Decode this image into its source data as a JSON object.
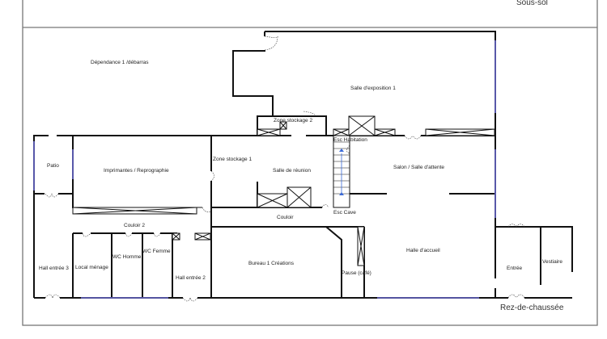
{
  "levels": {
    "basement": "Sous-sol",
    "ground": "Rez-de-chaussée"
  },
  "rooms": {
    "dependance": "Dépendance 1 /débarras",
    "exposition": "Salle d'exposition 1",
    "stockage2": "Zone stockage 2",
    "esc_habitation": "Esc Habitation",
    "patio": "Patio",
    "imprimantes": "Imprimantes / Reprographie",
    "stockage1": "Zone stockage 1",
    "reunion": "Salle de réunion",
    "salon": "Salon / Salle d'attente",
    "couloir": "Couloir",
    "esc_cave": "Esc Cave",
    "couloir2": "Couloir 2",
    "wc_femme": "WC Femme",
    "wc_homme": "WC Homme",
    "local_menage": "Local ménage",
    "hall3": "Hall entrée 3",
    "hall2": "Hall entrée 2",
    "bureau": "Bureau 1 Créations",
    "pause": "Pause (café)",
    "halle": "Halle d'accueil",
    "entree": "Entrée",
    "vestiaire": "Vestiaire"
  },
  "colors": {
    "walls": "#111111",
    "windows": "#6a6ad0",
    "stair_arrow": "#3a6ad8"
  }
}
